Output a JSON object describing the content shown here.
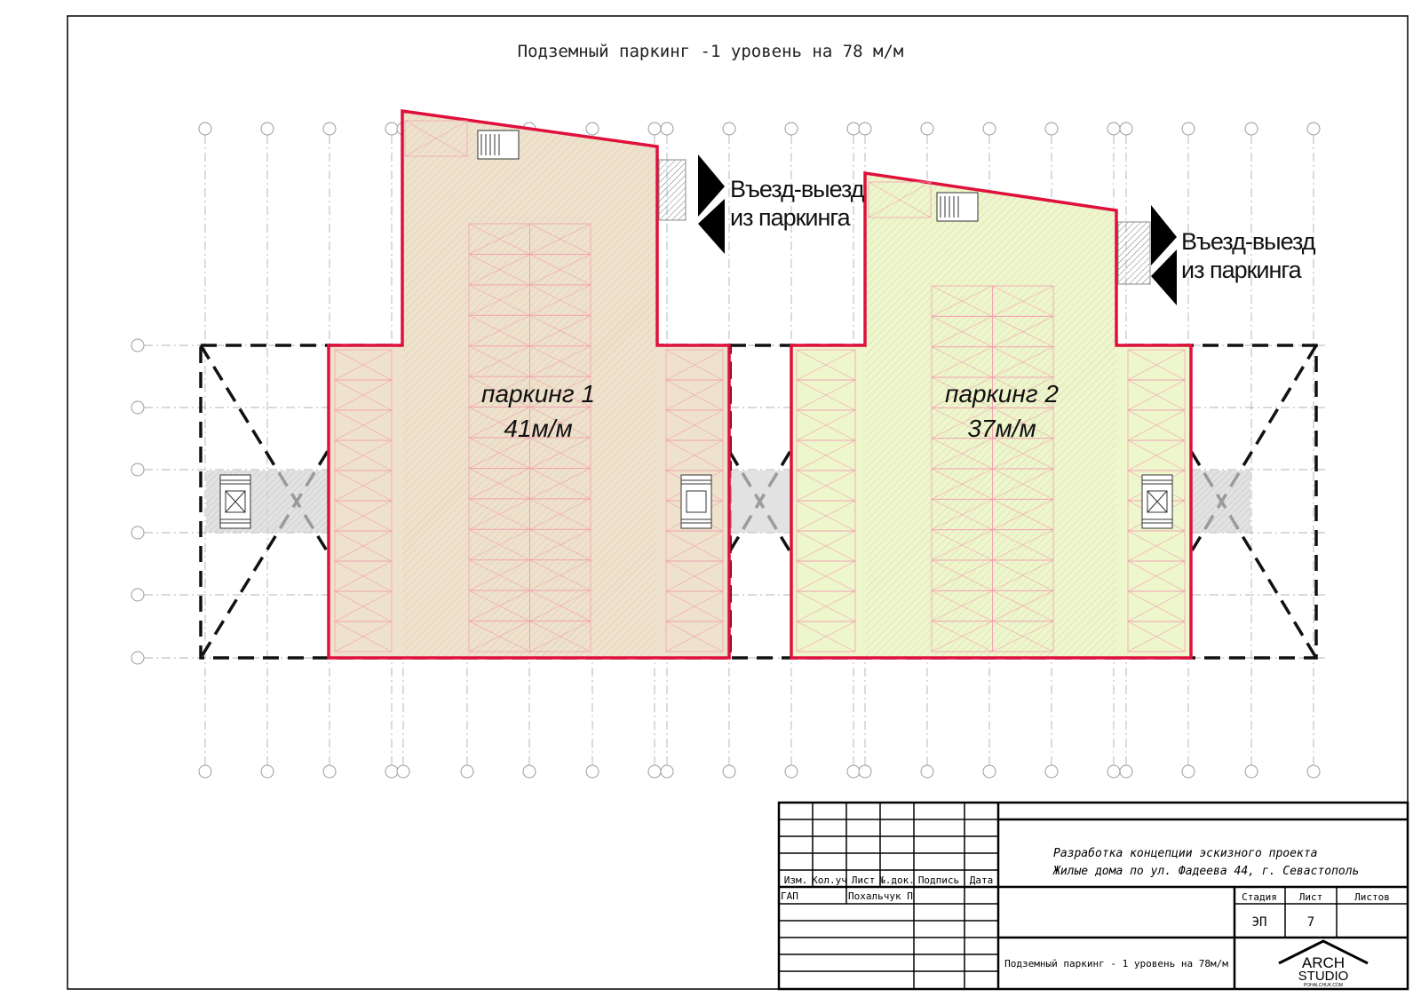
{
  "sheet": {
    "title": "Подземный паркинг -1 уровень на 78 м/м"
  },
  "parkings": [
    {
      "name": "паркинг 1",
      "capacity": "41м/м",
      "fill_color": "#efe2cc"
    },
    {
      "name": "паркинг 2",
      "capacity": "37м/м",
      "fill_color": "#eef6cc"
    }
  ],
  "entrances": [
    {
      "line1": "Въезд-выезд",
      "line2": "из паркинга"
    },
    {
      "line1": "Въезд-выезд",
      "line2": "из паркинга"
    }
  ],
  "colors": {
    "outline_red": "#e0103c",
    "hatch": "#b7a98f",
    "grid": "#9a9a9a",
    "stall_pink": "#f2a0b0",
    "frame": "#000000"
  },
  "title_block": {
    "headers": {
      "izm": "Изм.",
      "kol_uch": "Кол.уч",
      "list": "Лист",
      "n_dok": "№.док.",
      "podpis": "Подпись",
      "data": "Дата"
    },
    "gap_role": "ГАП",
    "gap_name": "Похальчук П",
    "project_line1": "Разработка концепции эскизного проекта",
    "project_line2": "Жилые дома по ул. Фадеева 44, г. Севастополь",
    "stage_header": "Стадия",
    "sheet_header": "Лист",
    "sheets_header": "Листов",
    "stage_value": "ЭП",
    "sheet_value": "7",
    "sheets_value": "",
    "sheet_name": "Подземный паркинг - 1 уровень на 78м/м",
    "logo_line1": "ARCH",
    "logo_line2": "STUDIO",
    "logo_line3": "POHALCHUK.COM"
  }
}
